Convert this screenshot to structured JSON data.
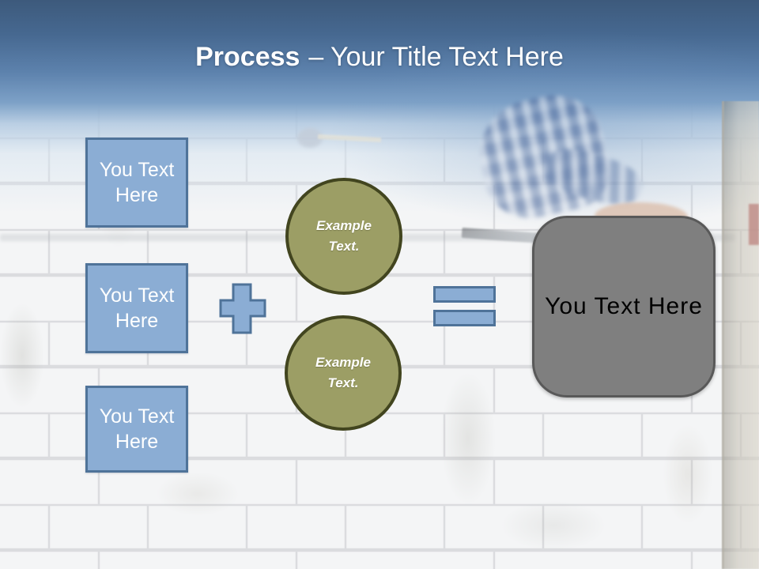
{
  "slide": {
    "title": {
      "emphasis": "Process",
      "rest": "– Your Title Text Here"
    },
    "inputs": [
      {
        "label": "You Text Here"
      },
      {
        "label": "You Text Here"
      },
      {
        "label": "You Text Here"
      }
    ],
    "operators": [
      {
        "name": "plus-icon",
        "meaning": "plus"
      },
      {
        "name": "equals-icon",
        "meaning": "equals"
      }
    ],
    "examples": [
      {
        "label": "Example Text."
      },
      {
        "label": "Example Text."
      }
    ],
    "result": {
      "label": "You Text Here"
    },
    "background": {
      "description": "whitewashed cinder block wall with bricklayer photo at top right"
    },
    "colors": {
      "header_top": "#3d5a7c",
      "header_bottom": "#7da1c7",
      "box_fill": "#8badd4",
      "box_border": "#4f7399",
      "circle_fill": "#9c9e65",
      "circle_border": "#42451f",
      "result_fill": "#7f7f7f",
      "result_border": "#595959",
      "title_color": "#ffffff"
    }
  }
}
